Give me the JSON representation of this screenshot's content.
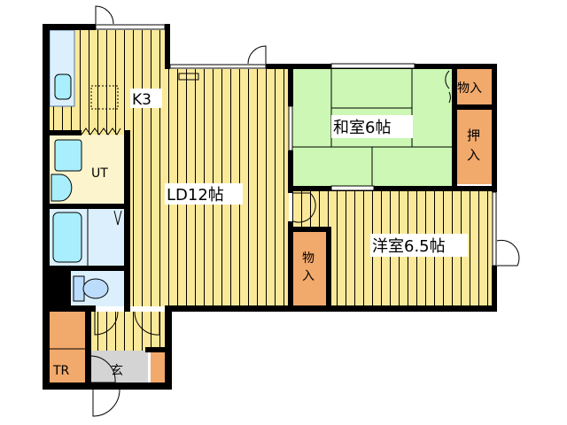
{
  "rooms": {
    "kitchen": "K3",
    "living_dining": "LD12帖",
    "washitsu": "和室6帖",
    "youshitsu": "洋室6.5帖",
    "utility": "UT",
    "storage": "TR",
    "entrance": "玄",
    "closet_top": "物入",
    "oshiire_1": "押",
    "oshiire_2": "入",
    "closet_side_1": "物",
    "closet_side_2": "入"
  },
  "colors": {
    "wood_floor": "#fbe99a",
    "tatami": "#ccf7b4",
    "closet": "#f2a96c",
    "wet_area": "#dbf0fc",
    "fixture": "#a8eefc",
    "utility_floor": "#fcf4cc",
    "genkan": "#d4d4d4",
    "wall": "#000000"
  }
}
